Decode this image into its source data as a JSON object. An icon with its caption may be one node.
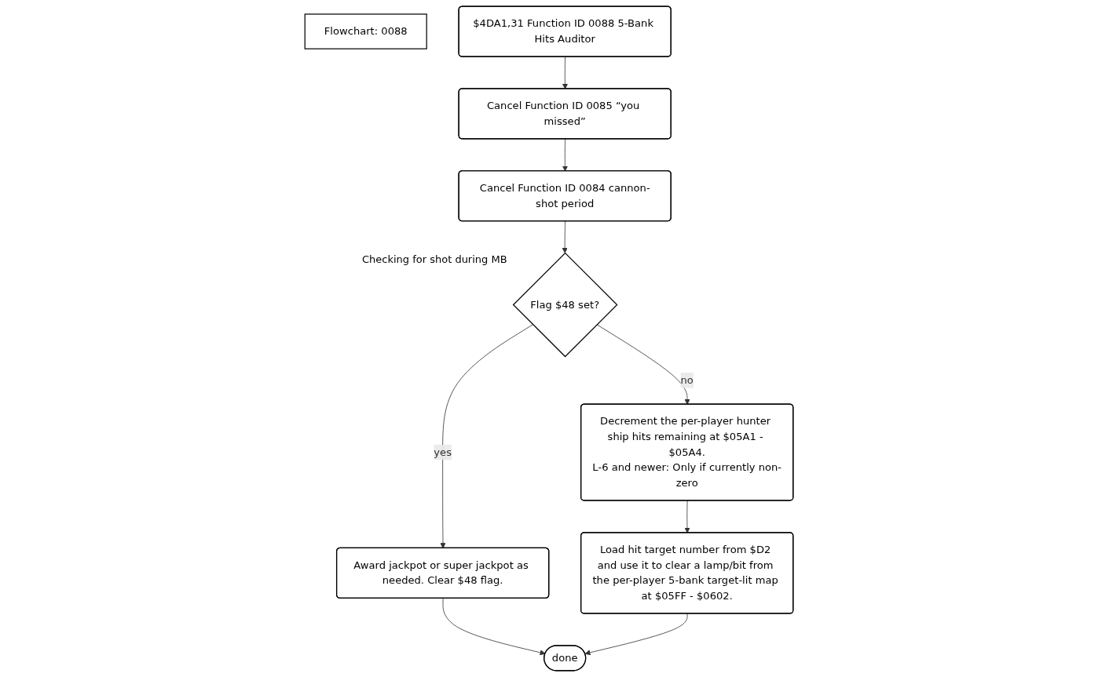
{
  "diagram": {
    "nodes": [
      {
        "text": [
          "Flowchart: 0088"
        ]
      },
      {
        "text": [
          "$4DA1,31 Function ID 0088 5-Bank Hits Auditor"
        ]
      },
      {
        "text": [
          "Cancel Function ID 0085 “you missed”"
        ]
      },
      {
        "text": [
          "Cancel Function ID 0084 cannon-shot period"
        ]
      },
      {
        "text": [
          "Flag $48 set?"
        ],
        "beside": [
          "Checking for shot during MB"
        ]
      },
      {
        "text": [
          "Award jackpot or super jackpot as needed. Clear $48 flag."
        ]
      },
      {
        "text": [
          "Decrement the per-player hunter ship hits remaining at $05A1 - $05A4.",
          "L-6 and newer: Only if currently non-zero"
        ]
      },
      {
        "text": [
          "Load hit target number from $D2 and use it to clear a lamp/bit from the per-player 5-bank target-lit map at $05FF - $0602."
        ]
      },
      {
        "text": [
          "done"
        ]
      }
    ],
    "edges": [
      {
        "from": 1,
        "to": 2,
        "arrow": "to"
      },
      {
        "from": 2,
        "to": 3,
        "arrow": "to"
      },
      {
        "from": 3,
        "to": 4,
        "arrow": "to"
      },
      {
        "from": 4,
        "to": 6,
        "label": "no",
        "arrow": "to"
      },
      {
        "from": 4,
        "to": 5,
        "label": "yes",
        "arrow": "to"
      },
      {
        "from": 6,
        "to": 7,
        "arrow": "to"
      },
      {
        "from": 5,
        "to": 8,
        "arrow": "to"
      },
      {
        "from": 7,
        "to": 8,
        "arrow": "to"
      }
    ]
  }
}
